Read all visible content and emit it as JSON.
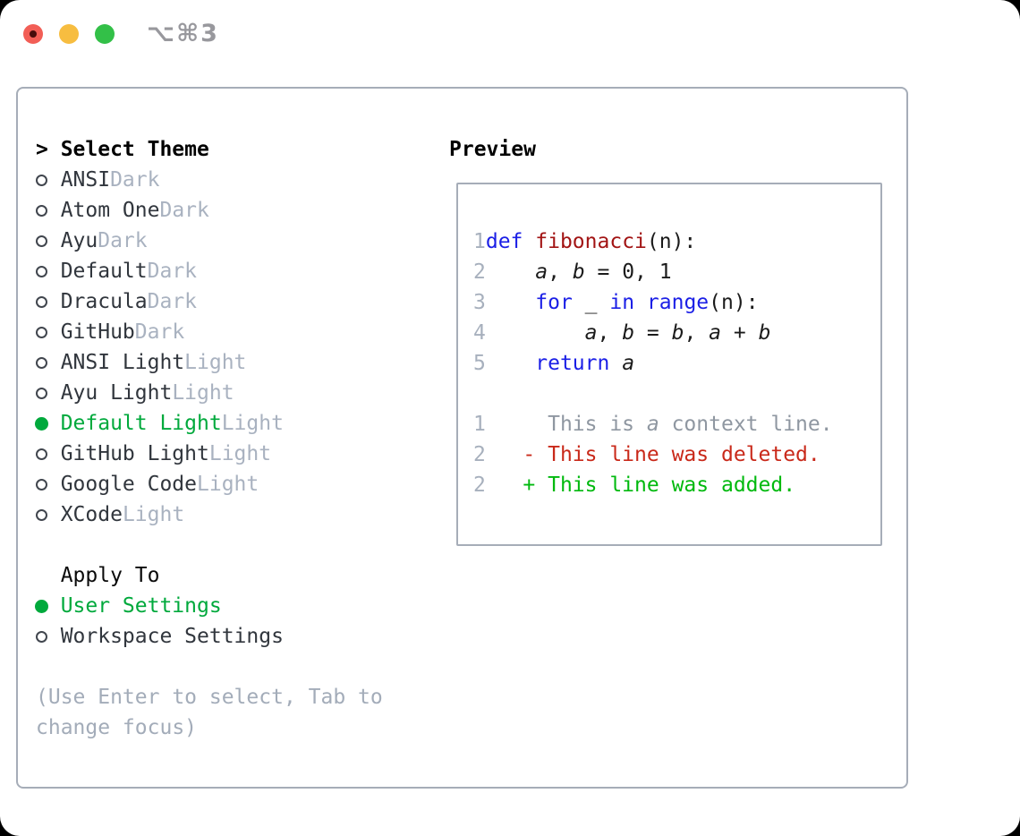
{
  "window": {
    "shortcut": "⌥⌘3",
    "traffic_lights": [
      "close",
      "minimize",
      "zoom"
    ]
  },
  "theme_panel": {
    "prompt": ">",
    "title": "Select Theme",
    "items": [
      {
        "name": "ANSI",
        "variant": "Dark",
        "selected": false
      },
      {
        "name": "Atom One",
        "variant": "Dark",
        "selected": false
      },
      {
        "name": "Ayu",
        "variant": "Dark",
        "selected": false
      },
      {
        "name": "Default",
        "variant": "Dark",
        "selected": false
      },
      {
        "name": "Dracula",
        "variant": "Dark",
        "selected": false
      },
      {
        "name": "GitHub",
        "variant": "Dark",
        "selected": false
      },
      {
        "name": "ANSI Light",
        "variant": "Light",
        "selected": false
      },
      {
        "name": "Ayu Light",
        "variant": "Light",
        "selected": false
      },
      {
        "name": "Default Light",
        "variant": "Light",
        "selected": true
      },
      {
        "name": "GitHub Light",
        "variant": "Light",
        "selected": false
      },
      {
        "name": "Google Code",
        "variant": "Light",
        "selected": false
      },
      {
        "name": "XCode",
        "variant": "Light",
        "selected": false
      }
    ]
  },
  "apply_panel": {
    "title": "Apply To",
    "options": [
      {
        "label": "User Settings",
        "selected": true
      },
      {
        "label": "Workspace Settings",
        "selected": false
      }
    ]
  },
  "hint": {
    "line1": "(Use Enter to select, Tab to",
    "line2": "change focus)"
  },
  "preview": {
    "title": "Preview",
    "lines": [
      {
        "num": "1",
        "kind": "code",
        "segments": [
          {
            "t": "def",
            "c": "kw"
          },
          {
            "t": " "
          },
          {
            "t": "fibonacci",
            "c": "fn"
          },
          {
            "t": "(n):"
          }
        ]
      },
      {
        "num": "2",
        "kind": "code",
        "segments": [
          {
            "t": "    "
          },
          {
            "t": "a",
            "i": true
          },
          {
            "t": ", "
          },
          {
            "t": "b",
            "i": true
          },
          {
            "t": " = 0, 1"
          }
        ]
      },
      {
        "num": "3",
        "kind": "code",
        "segments": [
          {
            "t": "    "
          },
          {
            "t": "for",
            "c": "kw"
          },
          {
            "t": " _ "
          },
          {
            "t": "in",
            "c": "kw"
          },
          {
            "t": " "
          },
          {
            "t": "range",
            "c": "kw"
          },
          {
            "t": "(n):"
          }
        ]
      },
      {
        "num": "4",
        "kind": "code",
        "segments": [
          {
            "t": "        "
          },
          {
            "t": "a",
            "i": true
          },
          {
            "t": ", "
          },
          {
            "t": "b",
            "i": true
          },
          {
            "t": " = "
          },
          {
            "t": "b",
            "i": true
          },
          {
            "t": ", "
          },
          {
            "t": "a",
            "i": true
          },
          {
            "t": " + "
          },
          {
            "t": "b",
            "i": true
          }
        ]
      },
      {
        "num": "5",
        "kind": "code",
        "segments": [
          {
            "t": "    "
          },
          {
            "t": "return",
            "c": "kw"
          },
          {
            "t": " "
          },
          {
            "t": "a",
            "i": true
          }
        ]
      },
      {
        "num": "",
        "kind": "blank",
        "segments": []
      },
      {
        "num": "1",
        "kind": "diff-context",
        "segments": [
          {
            "t": "     This is ",
            "c": "ctx"
          },
          {
            "t": "a",
            "c": "ctx",
            "i": true
          },
          {
            "t": " context line.",
            "c": "ctx"
          }
        ]
      },
      {
        "num": "2",
        "kind": "diff-deleted",
        "segments": [
          {
            "t": "   - This line ",
            "c": "del"
          },
          {
            "t": "was",
            "c": "del"
          },
          {
            "t": " deleted.",
            "c": "del"
          }
        ]
      },
      {
        "num": "2",
        "kind": "diff-added",
        "segments": [
          {
            "t": "   + This line ",
            "c": "add"
          },
          {
            "t": "was",
            "c": "add"
          },
          {
            "t": " added.",
            "c": "add"
          }
        ]
      }
    ]
  },
  "colors": {
    "accent_green": "#00a93c",
    "diff_add": "#00b90e",
    "diff_del": "#c9291a",
    "keyword_blue": "#1b1fe6",
    "function_red": "#a21414",
    "context_gray": "#8f97a1",
    "line_number_gray": "#a7b0bd",
    "muted_gray": "#a9b2c0",
    "hint_gray": "#a3acb9",
    "item_text": "#31363d",
    "ring_gray": "#41464e",
    "border_gray": "#a6adb8",
    "light_close": "#f25e56",
    "light_close_dot": "#470c0b",
    "light_minimize": "#f7bd40",
    "light_zoom": "#33c048"
  }
}
